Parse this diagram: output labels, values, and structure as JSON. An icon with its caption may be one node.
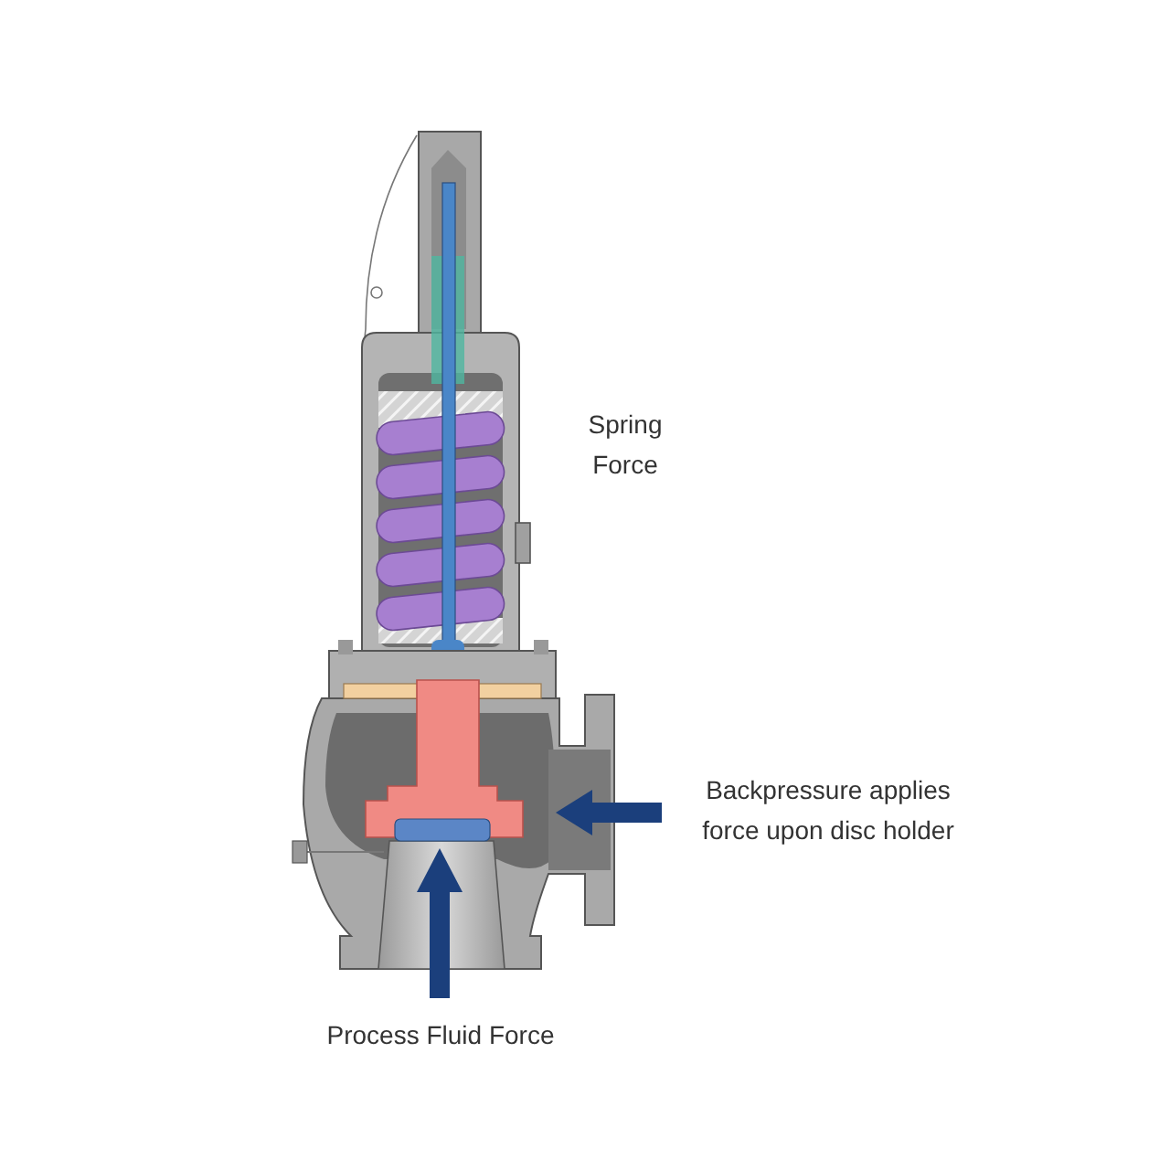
{
  "diagram": {
    "labels": [
      "Spring Force",
      "Backpressure applies force upon disc holder",
      "Process Fluid Force"
    ]
  }
}
